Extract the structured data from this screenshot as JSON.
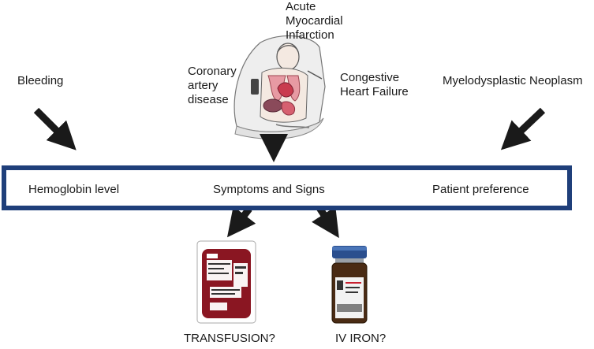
{
  "causes": {
    "bleeding": "Bleeding",
    "ami": "Acute Myocardial Infarction",
    "cad": "Coronary artery disease",
    "chf": "Congestive Heart Failure",
    "mds": "Myelodysplastic Neoplasm"
  },
  "factors": {
    "hemoglobin": "Hemoglobin level",
    "symptoms": "Symptoms and Signs",
    "preference": "Patient preference"
  },
  "options": {
    "transfusion": "TRANSFUSION?",
    "iv_iron": "IV IRON?"
  },
  "colors": {
    "bar_border": "#1f3f7a",
    "arrows": "#1a1a1a",
    "blood": "#8a1622",
    "vial_cap": "#2b4f8e"
  },
  "icons": [
    "patient-illustration",
    "blood-bag-icon",
    "iron-vial-icon"
  ]
}
